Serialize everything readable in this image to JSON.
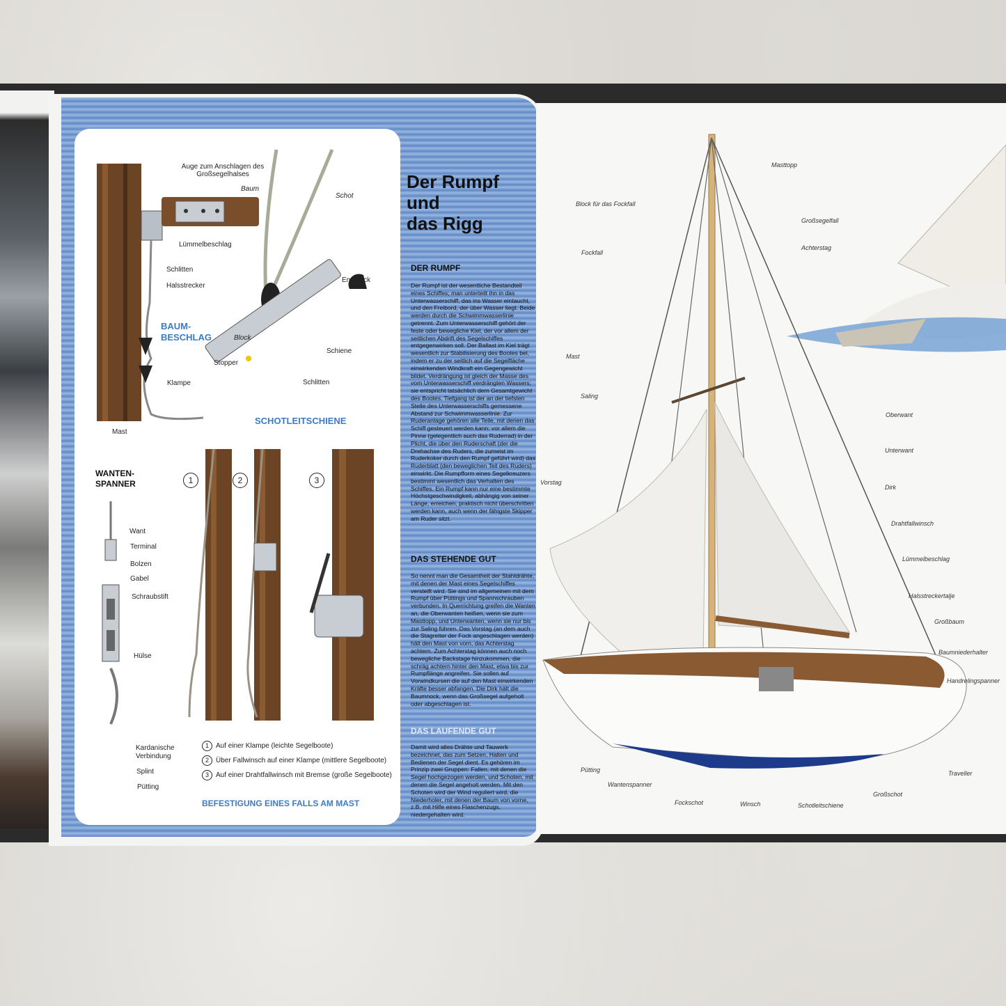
{
  "left_page": {
    "boom_fitting": {
      "heading": "BAUM-\nBESCHLAG",
      "labels": {
        "auge": "Auge zum Anschlagen des\nGroßsegelhalses",
        "baum": "Baum",
        "luemmelbeschlag": "Lümmelbeschlag",
        "schlitten": "Schlitten",
        "halsstrecker": "Halsstrecker",
        "klampe": "Klampe",
        "mast": "Mast"
      }
    },
    "sheet_track": {
      "heading": "SCHOTLEITSCHIENE",
      "labels": {
        "schot": "Schot",
        "endstueck": "Endstück",
        "block": "Block",
        "schiene": "Schiene",
        "stopper": "Stopper",
        "schlitten": "Schlitten"
      }
    },
    "turnbuckle": {
      "heading": "WANTEN-\nSPANNER",
      "labels": {
        "want": "Want",
        "terminal": "Terminal",
        "bolzen": "Bolzen",
        "gabel": "Gabel",
        "schraubstift": "Schraubstift",
        "huelse": "Hülse",
        "kardanische": "Kardanische\nVerbindung",
        "splint": "Splint",
        "puetting": "Pütting"
      }
    },
    "halyard": {
      "numbers": [
        "1",
        "2",
        "3"
      ],
      "legend": [
        {
          "n": "1",
          "text": "Auf einer Klampe (leichte Segelboote)"
        },
        {
          "n": "2",
          "text": "Über Fallwinsch auf einer Klampe (mittlere Segelboote)"
        },
        {
          "n": "3",
          "text": "Auf einer Drahtfallwinsch mit Bremse (große Segelboote)"
        }
      ],
      "heading": "BEFESTIGUNG EINES FALLS AM MAST"
    },
    "article": {
      "title": "Der Rumpf\nund\ndas Rigg",
      "section1": "DER RUMPF",
      "section1_text": "Der Rumpf ist der wesentliche Bestandteil eines Schiffes; man unterteilt ihn in das Unterwasserschiff, das ins Wasser eintaucht, und den Freibord, der über Wasser liegt. Beide werden durch die Schwimmwasserlinie getrennt. Zum Unterwasserschiff gehört der feste oder bewegliche Kiel, der vor allem der seitlichen Abdrift des Segelschiffes entgegenwirken soll. Der Ballast im Kiel trägt wesentlich zur Stabilisierung des Bootes bei, indem er zu der seitlich auf die Segelfläche einwirkenden Windkraft ein Gegengewicht bildet. Verdrängung ist gleich der Masse des vom Unterwasserschiff verdrängten Wassers; sie entspricht tatsächlich dem Gesamtgewicht des Bootes. Tiefgang ist der an der tiefsten Stelle des Unterwasserschiffs gemessene Abstand zur Schwimmwasserlinie. Zur Ruderanlage gehören alle Teile, mit denen das Schiff gesteuert werden kann: vor allem die Pinne (gelegentlich auch das Ruderrad) in der Plicht, die über den Ruderschaft (der die Drehachse des Ruders, die zumeist im Ruderkoker durch den Rumpf geführt wird) das Ruderblatt (den beweglichen Teil des Ruders) einwirkt. Die Rumpfform eines Segelkreuzers bestimmt wesentlich das Verhalten des Schiffes. Ein Rumpf kann nur eine bestimmte Höchstgeschwindigkeit, abhängig von seiner Länge, erreichen, praktisch nicht überschritten werden kann, auch wenn der fähigste Skipper am Ruder sitzt.",
      "section2": "DAS STEHENDE GUT",
      "section2_text": "So nennt man die Gesamtheit der Stahldrähte, mit denen der Mast eines Segelschiffes versteift wird. Sie sind im allgemeinen mit dem Rumpf über Püttings und Spannschrauben verbunden. In Querrichtung greifen die Wanten an, die Oberwanten heißen, wenn sie zum Masttopp, und Unterwanten, wenn sie nur bis zur Saling führen. Das Vorstag (an dem auch die Stagreiter der Fock angeschlagen werden) hält den Mast von vorn, das Achterstag achtern. Zum Achterstag können auch noch bewegliche Backstage hinzukommen, die schräg achtern hinter den Mast, etwa bis zur Rumpflänge angreifen. Sie sollen auf Vorwindkursen die auf den Mast einwirkenden Kräfte besser abfangen. Die Dirk hält die Baumnock, wenn das Großsegel aufgeholt oder abgeschlagen ist.",
      "section3": "DAS LAUFENDE GUT",
      "section3_text": "Damit wird alles Drähte und Tauwerk bezeichnet, das zum Setzen, Halten und Bedienen der Segel dient. Es gehören im Prinzip zwei Gruppen: Fallen, mit denen die Segel hochgezogen werden, und Schoten, mit denen die Segel angeholt werden. Mit den Schoten wird der Wind reguliert wird, die Niederholer, mit denen der Baum von vorne, z.B. mit Hilfe eines Flaschenzugs, niedergehalten wird."
    }
  },
  "right_page": {
    "rig_labels": {
      "masttopp": "Masttopp",
      "block_fockfall": "Block für das Fockfall",
      "grosssegelfall": "Großsegelfall",
      "achterstag": "Achterstag",
      "fockfall": "Fockfall",
      "mast": "Mast",
      "saling": "Saling",
      "oberwant": "Oberwant",
      "unterwant": "Unterwant",
      "vorstag": "Vorstag",
      "dirk": "Dirk",
      "drahtfallwinsch": "Drahtfallwinsch",
      "luemmelbeschlag": "Lümmelbeschlag",
      "halsstreckertalje": "Halsstreckertalje",
      "grossbaum": "Großbaum",
      "baumniederhalter": "Baumniederhalter",
      "handrelingspanner": "Handrelingspanner",
      "puetting": "Pütting",
      "wantenspanner": "Wantenspanner",
      "fockschot": "Fockschot",
      "winsch": "Winsch",
      "schotleitschiene": "Schotleitschiene",
      "grossschot": "Großschot",
      "traveller": "Traveller"
    }
  },
  "colors": {
    "accent_blue": "#3d7bc3",
    "page_blue": "#7fa3d6",
    "wood": "#6b4325"
  }
}
